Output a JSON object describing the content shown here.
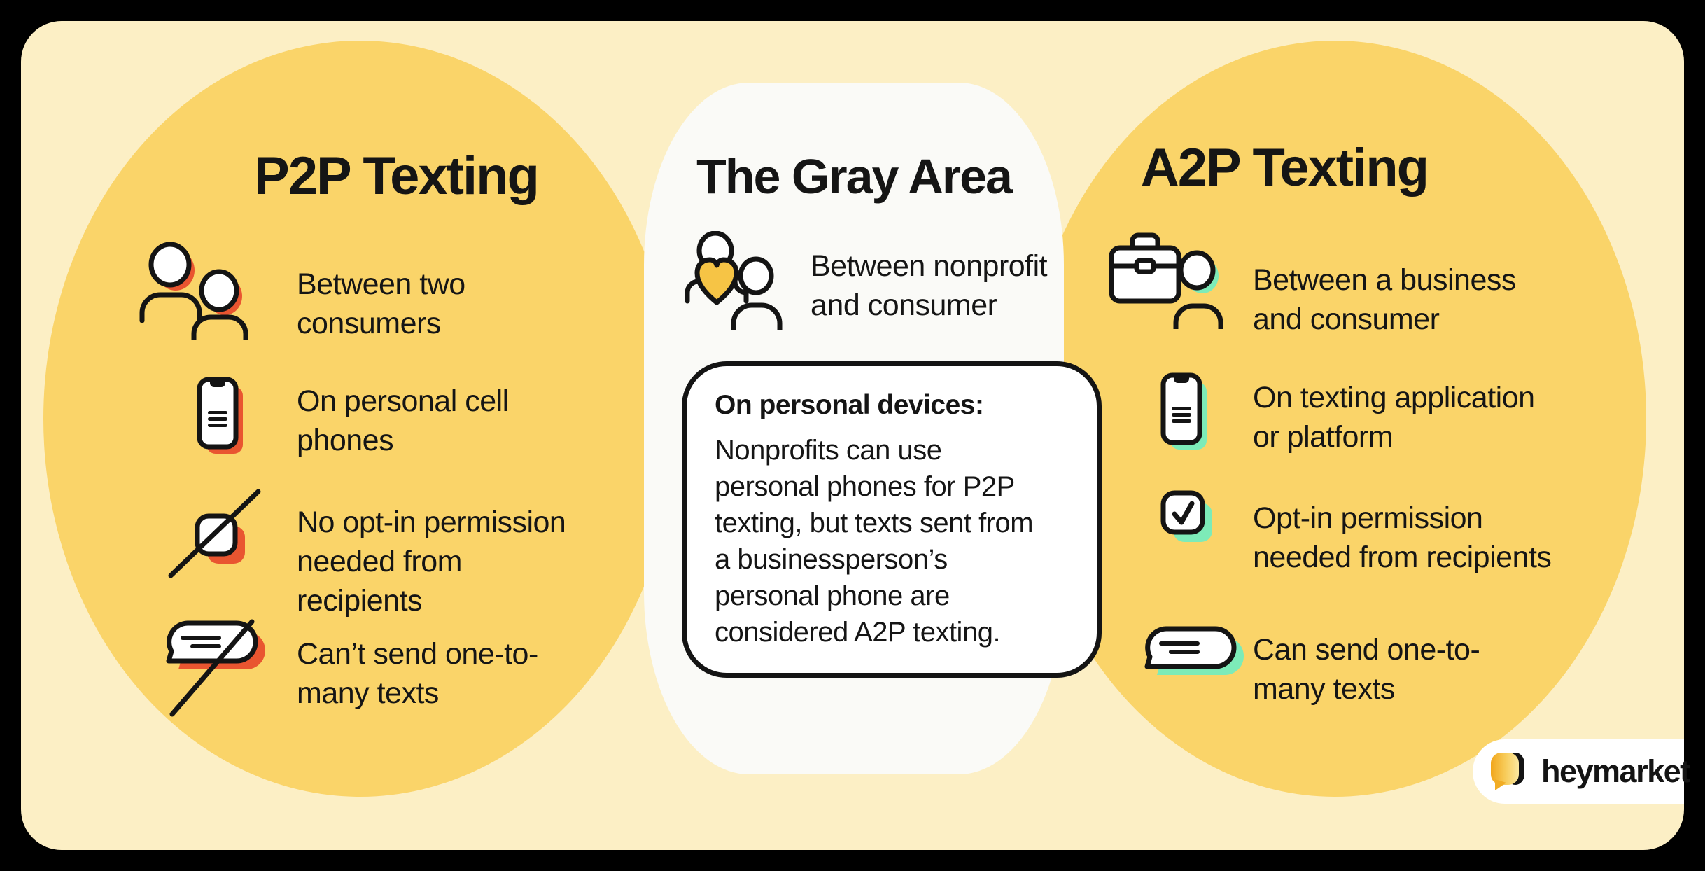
{
  "left": {
    "title": "P2P Texting",
    "items": [
      {
        "icon": "two-people-icon",
        "text": "Between two\nconsumers"
      },
      {
        "icon": "personal-phone-icon",
        "text": "On personal cell\nphones"
      },
      {
        "icon": "no-opt-in-checkbox-icon",
        "text": "No opt-in permission\nneeded from recipients"
      },
      {
        "icon": "no-broadcast-bubble-icon",
        "text": "Can’t send one-to-\nmany texts"
      }
    ]
  },
  "middle": {
    "title": "The Gray Area",
    "subtitle": "Between nonprofit\nand consumer",
    "subtitle_icon": "nonprofit-people-heart-icon",
    "card_title": "On personal devices:",
    "card_body": "Nonprofits can use\npersonal phones for P2P\ntexting, but texts sent from\na businessperson’s\npersonal phone are\nconsidered A2P texting."
  },
  "right": {
    "title": "A2P Texting",
    "items": [
      {
        "icon": "briefcase-person-icon",
        "text": "Between a business\nand consumer"
      },
      {
        "icon": "platform-phone-icon",
        "text": "On texting application\nor platform"
      },
      {
        "icon": "opt-in-checkbox-icon",
        "text": "Opt-in permission\nneeded from recipients"
      },
      {
        "icon": "broadcast-bubble-icon",
        "text": "Can send one-to-\nmany texts"
      }
    ]
  },
  "logo": {
    "text": "heymarket",
    "icon": "heymarket-speech-bubble-logo"
  },
  "colors": {
    "frame": "#000000",
    "panel_bg": "#FCEFC5",
    "circle_yellow": "#FAD469",
    "capsule_white": "#FAFAF7",
    "card_white": "#FFFFFF",
    "outline_black": "#141414",
    "p2p_shadow_red": "#E95530",
    "a2p_shadow_mint": "#7DEBB8",
    "heart_yellow": "#F6C445",
    "logo_gradient_start": "#F1A61B",
    "logo_gradient_end": "#FBE8A0"
  }
}
